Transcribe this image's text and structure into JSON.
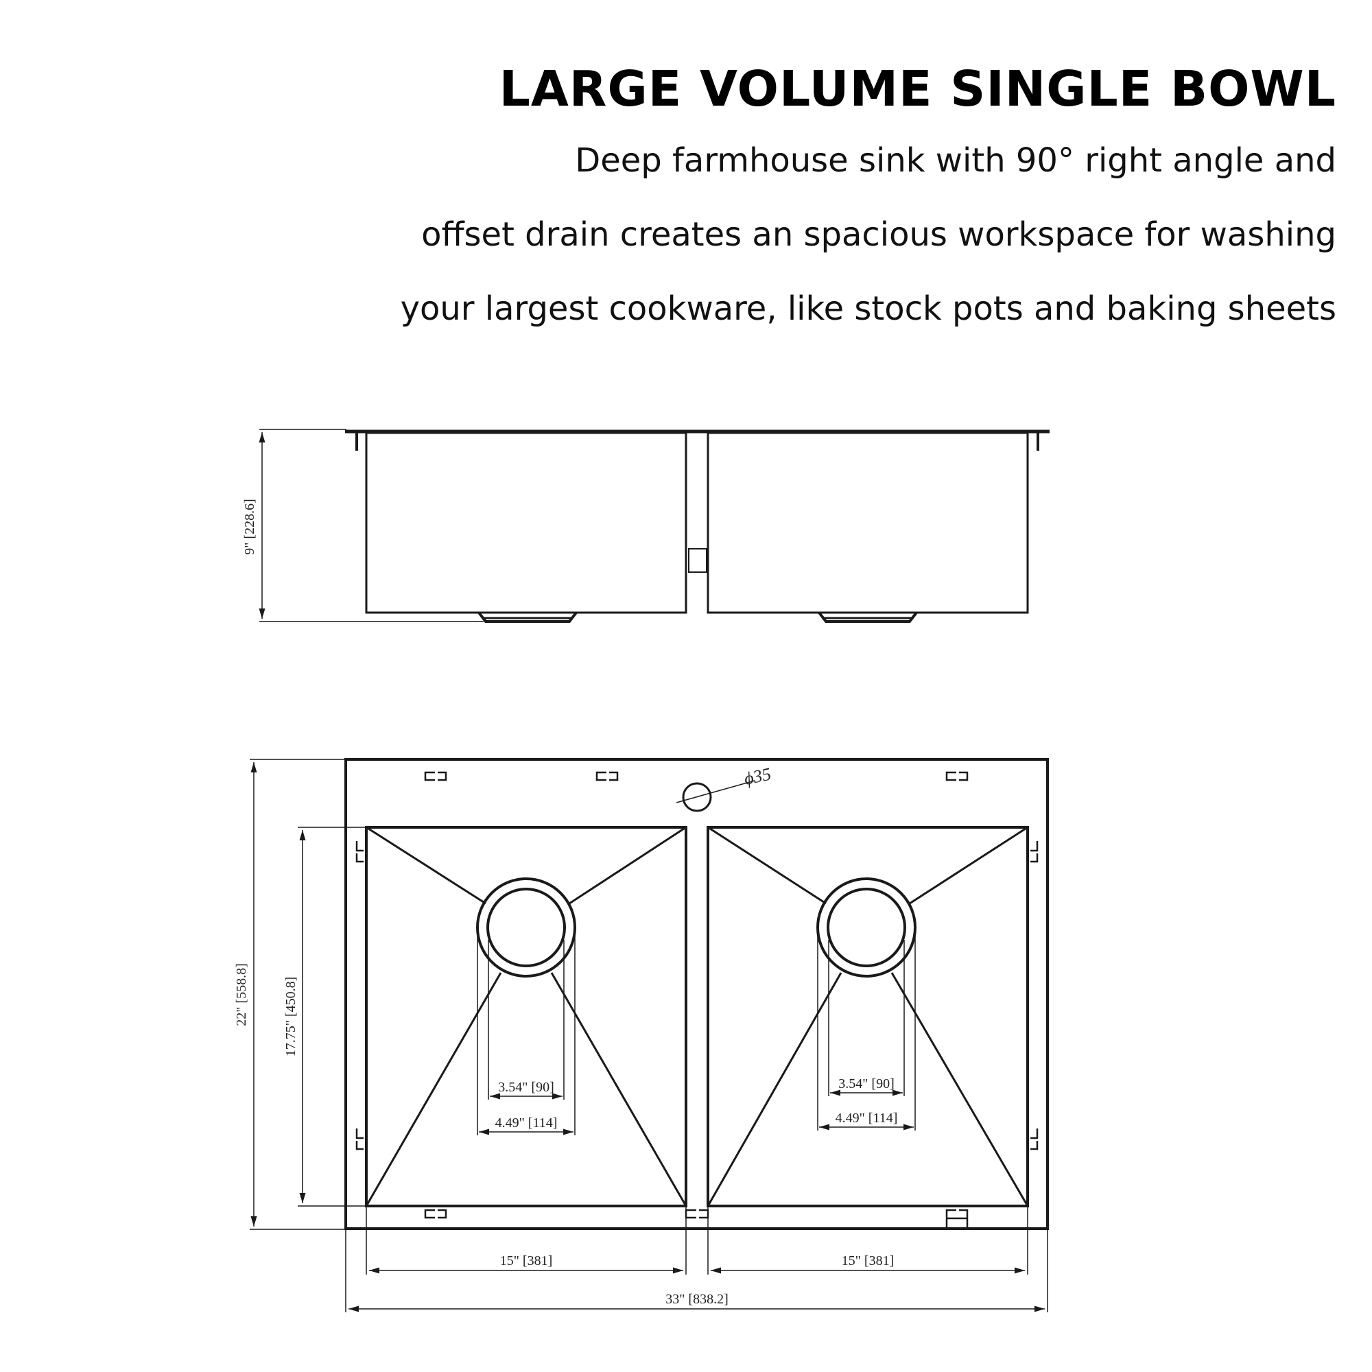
{
  "header": {
    "title": "LARGE VOLUME SINGLE BOWL",
    "lines": [
      "Deep farmhouse sink with 90° right angle and",
      "offset drain creates an spacious workspace for washing",
      "your largest cookware, like stock pots and baking sheets"
    ]
  },
  "side_view": {
    "height_label": "9\" [228.6]"
  },
  "top_view": {
    "outer_height_label": "22\" [558.8]",
    "bowl_height_label": "17.75\" [450.8]",
    "faucet_hole_label": "ϕ35",
    "left_bowl": {
      "inner_drain_label": "3.54\" [90]",
      "outer_drain_label": "4.49\" [114]",
      "width_label": "15\" [381]"
    },
    "right_bowl": {
      "inner_drain_label": "3.54\" [90]",
      "outer_drain_label": "4.49\" [114]",
      "width_label": "15\" [381]"
    },
    "overall_width_label": "33\" [838.2]"
  },
  "colors": {
    "line": "#1a1a1a",
    "text": "#000000",
    "background": "#ffffff"
  }
}
